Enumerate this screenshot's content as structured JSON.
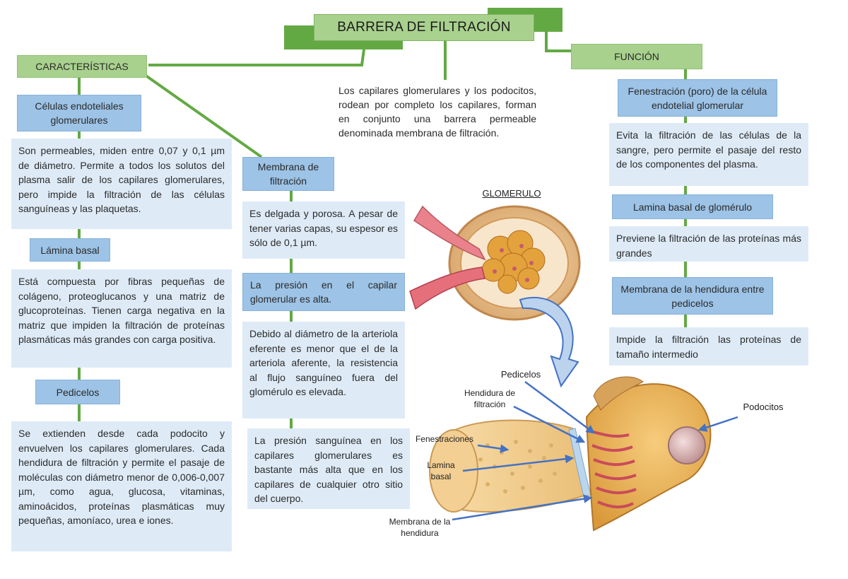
{
  "title": "BARRERA DE FILTRACIÓN",
  "intro": "Los capilares glomerulares y los podocitos, rodean por completo los capilares, forman en conjunto una barrera permeable denominada membrana de filtración.",
  "left": {
    "heading": "CARACTERÍSTICAS",
    "items": [
      {
        "header": "Células endoteliales glomerulares",
        "text": "Son permeables, miden entre 0,07 y 0,1 µm de diámetro. Permite a todos los solutos del plasma salir de los capilares glomerulares, pero impide la filtración de las células sanguíneas y las plaquetas."
      },
      {
        "header": "Lámina basal",
        "text": "Está compuesta por fibras pequeñas de colágeno, proteoglucanos y una matriz de glucoproteínas. Tienen carga negativa en la matriz que impiden la filtración de proteínas plasmáticas más grandes con carga positiva."
      },
      {
        "header": "Pedicelos",
        "text": "Se extienden desde cada podocito y envuelven los capilares glomerulares. Cada hendidura de filtración y permite el pasaje de moléculas con diámetro menor de 0,006-0,007 µm, como agua, glucosa, vitaminas, aminoácidos, proteínas plasmáticas muy pequeñas, amoníaco, urea e iones."
      }
    ]
  },
  "middle": {
    "header": "Membrana de filtración",
    "boxes": [
      "Es delgada y porosa. A pesar de tener varias capas, su espesor es sólo de 0,1 µm.",
      "La presión en el capilar glomerular es alta.",
      "Debido al diámetro de la arteriola eferente es menor que el de la arteriola aferente, la resistencia al flujo sanguíneo fuera del glomérulo es elevada.",
      "La presión sanguínea en los capilares glomerulares es bastante más alta que en los capilares de cualquier otro sitio del cuerpo."
    ]
  },
  "right": {
    "heading": "FUNCIÓN",
    "items": [
      {
        "header": "Fenestración (poro) de la célula endotelial glomerular",
        "text": "Evita la filtración de las células de la sangre, pero permite el pasaje del resto de los componentes del plasma."
      },
      {
        "header": "Lamina basal de glomérulo",
        "text": "Previene la filtración de las proteínas más grandes"
      },
      {
        "header": "Membrana de la hendidura entre pedicelos",
        "text": "Impide la filtración las proteínas de tamaño intermedio"
      }
    ]
  },
  "figure": {
    "glomerulo_label": "GLOMERULO",
    "labels": {
      "pedicelos": "Pedicelos",
      "hendidura": "Hendidura de filtración",
      "fenestraciones": "Fenestraciones",
      "lamina": "Lamina basal",
      "membrana": "Membrana de la hendidura",
      "podocitos": "Podocitos"
    }
  },
  "colors": {
    "green_dark": "#63a943",
    "green_light": "#a9d18e",
    "blue_header": "#9dc3e6",
    "blue_box": "#deebf7",
    "arrow_blue": "#4472c4"
  }
}
